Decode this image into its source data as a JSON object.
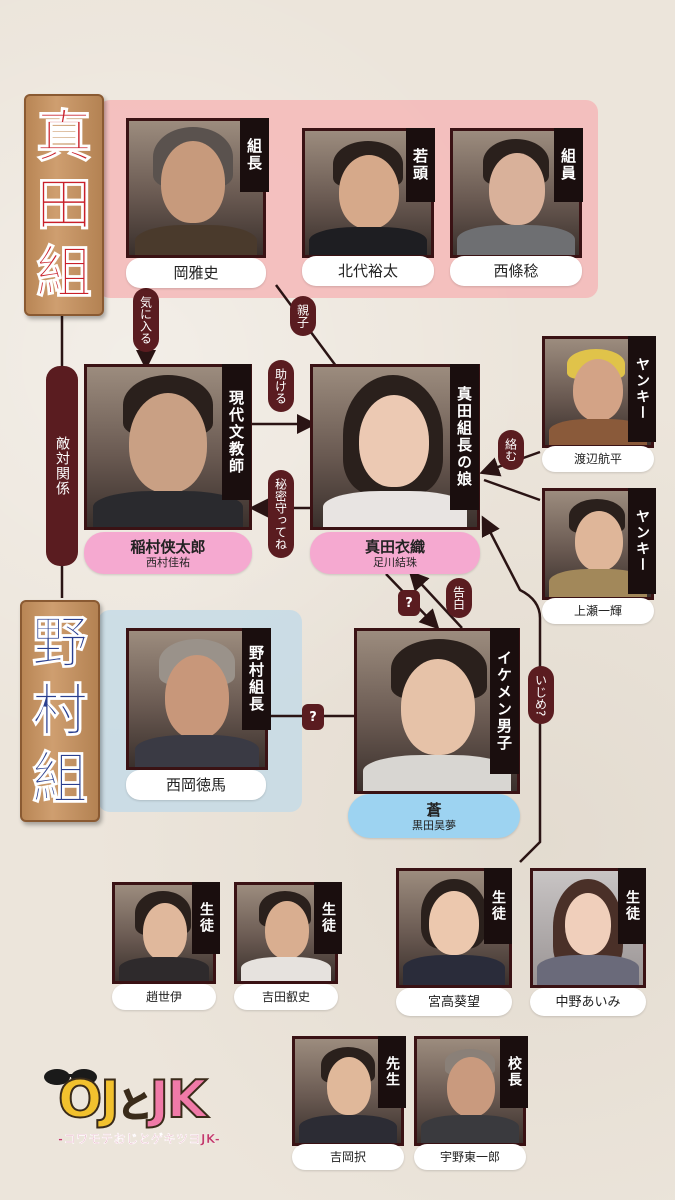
{
  "groups": {
    "sanada": {
      "board": [
        "真",
        "田",
        "組"
      ],
      "color": "#c8202a"
    },
    "nomura": {
      "board": [
        "野",
        "村",
        "組"
      ],
      "color": "#2a3f8f"
    }
  },
  "relations": {
    "enemy": "敵対関係",
    "favor": "気に入る",
    "parent": "親子",
    "help": "助ける",
    "secret": "秘密守ってね",
    "tangle": "絡む",
    "confess": "告白",
    "bully": "いじめ?",
    "q1": "?",
    "q2": "?"
  },
  "characters": {
    "oka": {
      "role": "組長",
      "name": "岡雅史"
    },
    "kitadai": {
      "role": "若頭",
      "name": "北代裕太"
    },
    "saijo": {
      "role": "組員",
      "name": "西條稔"
    },
    "inamura": {
      "role": "現代文教師",
      "name": "稲村侠太郎",
      "actor": "西村佳祐"
    },
    "ioi": {
      "role": "真田組長の娘",
      "name": "真田衣織",
      "actor": "足川結珠"
    },
    "watanabe": {
      "role": "ヤンキー",
      "name": "渡辺航平"
    },
    "kamise": {
      "role": "ヤンキー",
      "name": "上瀬一輝"
    },
    "nishioka": {
      "role": "野村組長",
      "name": "西岡徳馬"
    },
    "ao": {
      "role": "イケメン男子",
      "name": "蒼",
      "actor": "黒田昊夢"
    },
    "cho": {
      "role": "生徒",
      "name": "趙世伊"
    },
    "yoshida": {
      "role": "生徒",
      "name": "吉田叡史"
    },
    "miyataka": {
      "role": "生徒",
      "name": "宮高葵望"
    },
    "nakano": {
      "role": "生徒",
      "name": "中野あいみ"
    },
    "yoshioka": {
      "role": "先生",
      "name": "吉岡択"
    },
    "uno": {
      "role": "校長",
      "name": "宇野東一郎"
    }
  },
  "logo": {
    "title_oj": "OJ",
    "title_to": "と",
    "title_jk": "JK",
    "subtitle": "-コワモテおじとゲキツヨJK-"
  }
}
